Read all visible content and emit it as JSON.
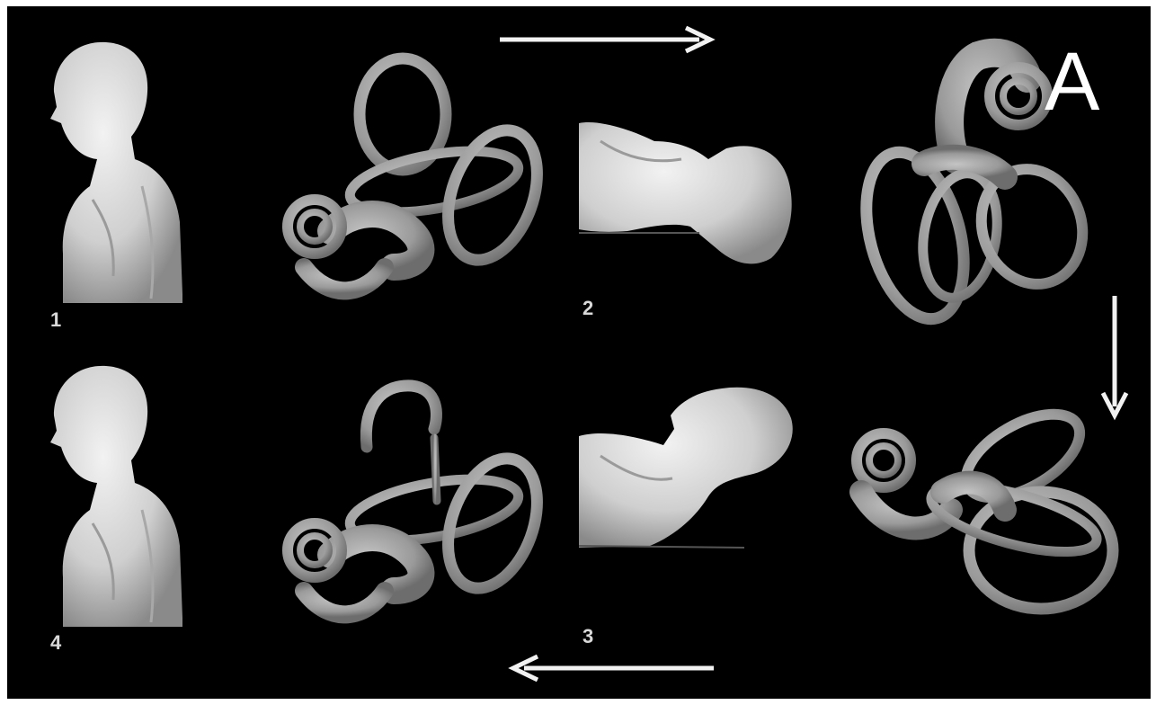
{
  "figure": {
    "panel_letter": "A",
    "steps": [
      "1",
      "2",
      "3",
      "4"
    ],
    "arrows": [
      "right",
      "down",
      "left"
    ],
    "colors": {
      "background": "#000000",
      "model": "#c9c9c9",
      "model_shadow": "#7a7a7a",
      "arrow": "#f2f2f2",
      "label": "#d9d9d9"
    }
  }
}
